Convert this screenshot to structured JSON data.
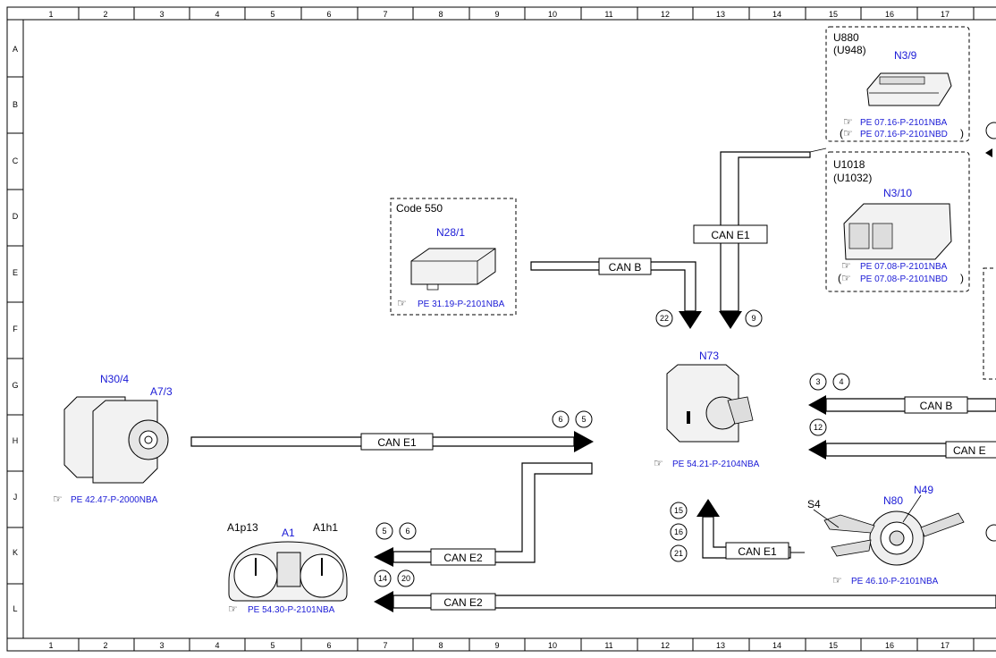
{
  "grid": {
    "cols": [
      "1",
      "2",
      "3",
      "4",
      "5",
      "6",
      "7",
      "8",
      "9",
      "10",
      "11",
      "12",
      "13",
      "14",
      "15",
      "16",
      "17"
    ],
    "rows": [
      "A",
      "B",
      "C",
      "D",
      "E",
      "F",
      "G",
      "H",
      "J",
      "K",
      "L"
    ]
  },
  "components": {
    "n3_9": {
      "variant1": "U880",
      "variant2": "(U948)",
      "name": "N3/9",
      "ref1": "PE 07.16-P-2101NBA",
      "ref2": "PE 07.16-P-2101NBD"
    },
    "n3_10": {
      "variant1": "U1018",
      "variant2": "(U1032)",
      "name": "N3/10",
      "ref1": "PE 07.08-P-2101NBA",
      "ref2": "PE 07.08-P-2101NBD"
    },
    "n28_1": {
      "code": "Code 550",
      "name": "N28/1",
      "ref": "PE 31.19-P-2101NBA"
    },
    "n30_4": {
      "name": "N30/4",
      "sub": "A7/3",
      "ref": "PE 42.47-P-2000NBA"
    },
    "n73": {
      "name": "N73",
      "ref": "PE 54.21-P-2104NBA"
    },
    "a1": {
      "name": "A1",
      "left": "A1p13",
      "right": "A1h1",
      "ref": "PE 54.30-P-2101NBA"
    },
    "n80": {
      "name": "N80",
      "n49": "N49",
      "s4": "S4",
      "ref": "PE 46.10-P-2101NBA"
    }
  },
  "buses": {
    "can_e1_top": "CAN E1",
    "can_b_top": "CAN B",
    "can_e1_mid": "CAN E1",
    "can_b_right": "CAN B",
    "can_e_right": "CAN E",
    "can_e2_k": "CAN E2",
    "can_e1_k": "CAN E1",
    "can_e2_l": "CAN E2"
  },
  "pins": {
    "p22": "22",
    "p9": "9",
    "p3": "3",
    "p4": "4",
    "p12": "12",
    "p6a": "6",
    "p5a": "5",
    "p5b": "5",
    "p6b": "6",
    "p14": "14",
    "p20": "20",
    "p15": "15",
    "p16": "16",
    "p21": "21"
  },
  "ref_icon": "pointing-hand-icon"
}
